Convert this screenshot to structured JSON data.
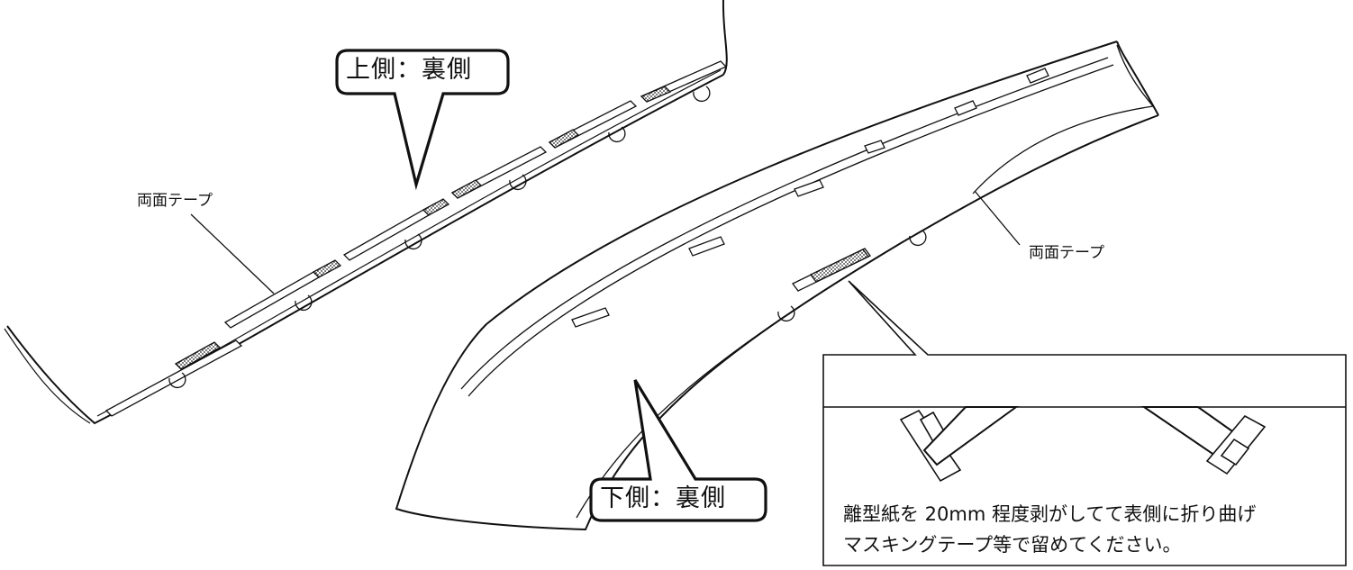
{
  "labels": {
    "upper_side": "上側：裏側",
    "lower_side": "下側：裏側",
    "tape_left": "両面テープ",
    "tape_right": "両面テープ"
  },
  "detail": {
    "line1": "離型紙を 20mm 程度剥がしてて表側に折り曲げ",
    "line2": "マスキングテープ等で留めてください。"
  }
}
